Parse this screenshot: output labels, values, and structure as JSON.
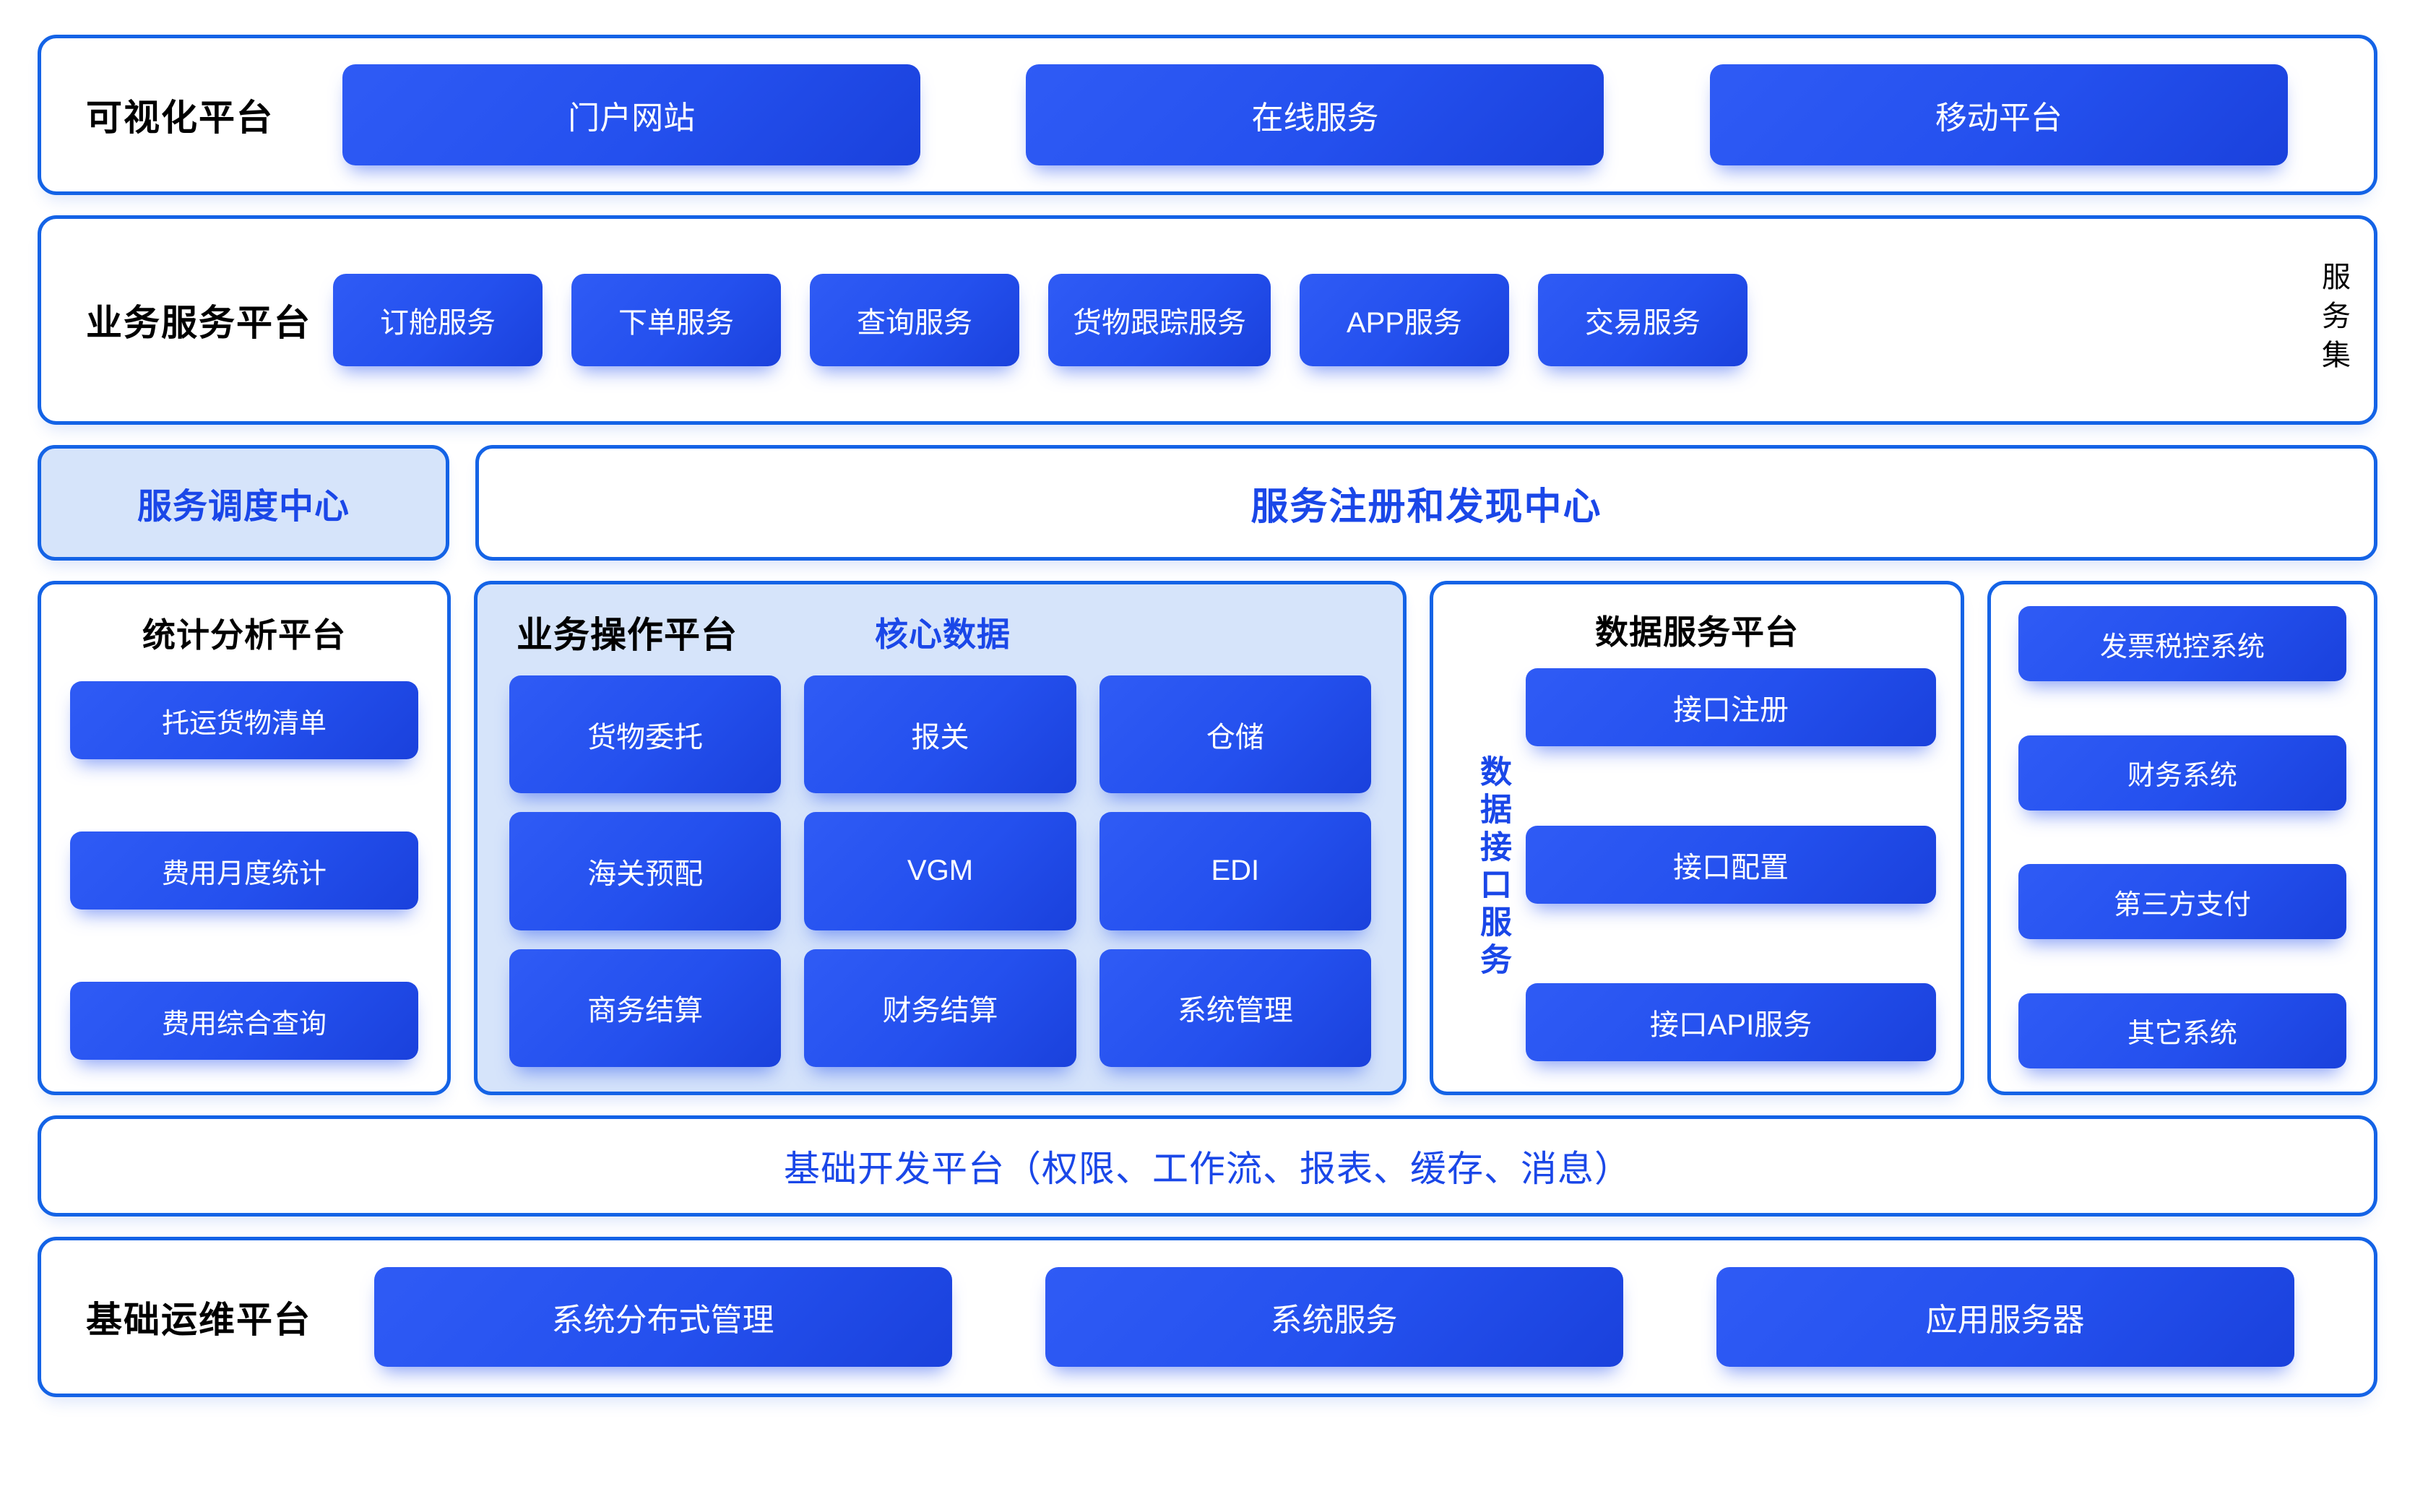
{
  "visualization_platform": {
    "title": "可视化平台",
    "items": [
      "门户网站",
      "在线服务",
      "移动平台"
    ]
  },
  "business_service_platform": {
    "title": "业务服务平台",
    "items": [
      "订舱服务",
      "下单服务",
      "查询服务",
      "货物跟踪服务",
      "APP服务",
      "交易服务"
    ],
    "side_label": "服务集"
  },
  "registry_row": {
    "dispatch_center": "服务调度中心",
    "registry_center": "服务注册和发现中心"
  },
  "statistics_platform": {
    "title": "统计分析平台",
    "items": [
      "托运货物清单",
      "费用月度统计",
      "费用综合查询"
    ]
  },
  "operations_platform": {
    "title": "业务操作平台",
    "core_data_label": "核心数据",
    "items": [
      "货物委托",
      "报关",
      "仓储",
      "海关预配",
      "VGM",
      "EDI",
      "商务结算",
      "财务结算",
      "系统管理"
    ]
  },
  "data_service_platform": {
    "title": "数据服务平台",
    "side_label": "数据接口服务",
    "items": [
      "接口注册",
      "接口配置",
      "接口API服务"
    ]
  },
  "external_systems": {
    "items": [
      "发票税控系统",
      "财务系统",
      "第三方支付",
      "其它系统"
    ]
  },
  "development_platform": {
    "title": "基础开发平台（权限、工作流、报表、缓存、消息）"
  },
  "ops_base_platform": {
    "title": "基础运维平台",
    "items": [
      "系统分布式管理",
      "系统服务",
      "应用服务器"
    ]
  },
  "colors": {
    "border_blue": "#1463E6",
    "pill_blue": "#2450EE",
    "pill_blue_dark": "#1A41DC",
    "accent_text_blue": "#1A47E8",
    "panel_light_blue": "#D6E4FA",
    "page_background": "#FFFFFF"
  }
}
